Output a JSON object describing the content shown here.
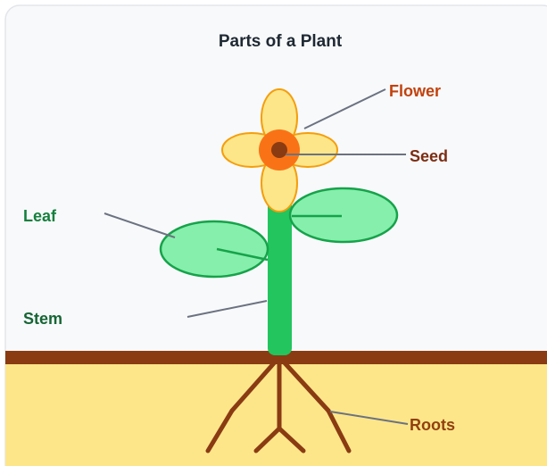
{
  "diagram": {
    "title": "Parts of a Plant",
    "labels": {
      "flower": "Flower",
      "seed": "Seed",
      "leaf": "Leaf",
      "stem": "Stem",
      "roots": "Roots"
    }
  },
  "colors": {
    "card_background": "#f8f9fb",
    "card_border": "#e3e5ea",
    "title": "#1f2933",
    "soil": "#fde68a",
    "ground_line": "#8a3b12",
    "stem": "#22c55e",
    "leaf_fill": "#86efac",
    "leaf_stroke": "#16a34a",
    "petal_fill": "#fde68a",
    "petal_stroke": "#f59e0b",
    "flower_center": "#f97316",
    "seed": "#8a3b12",
    "roots": "#8a3b12",
    "leader_line": "#6b7280",
    "label_flower": "#c2410c",
    "label_seed": "#7c2d12",
    "label_leaf": "#15803d",
    "label_stem": "#166534",
    "label_roots": "#92400e"
  }
}
